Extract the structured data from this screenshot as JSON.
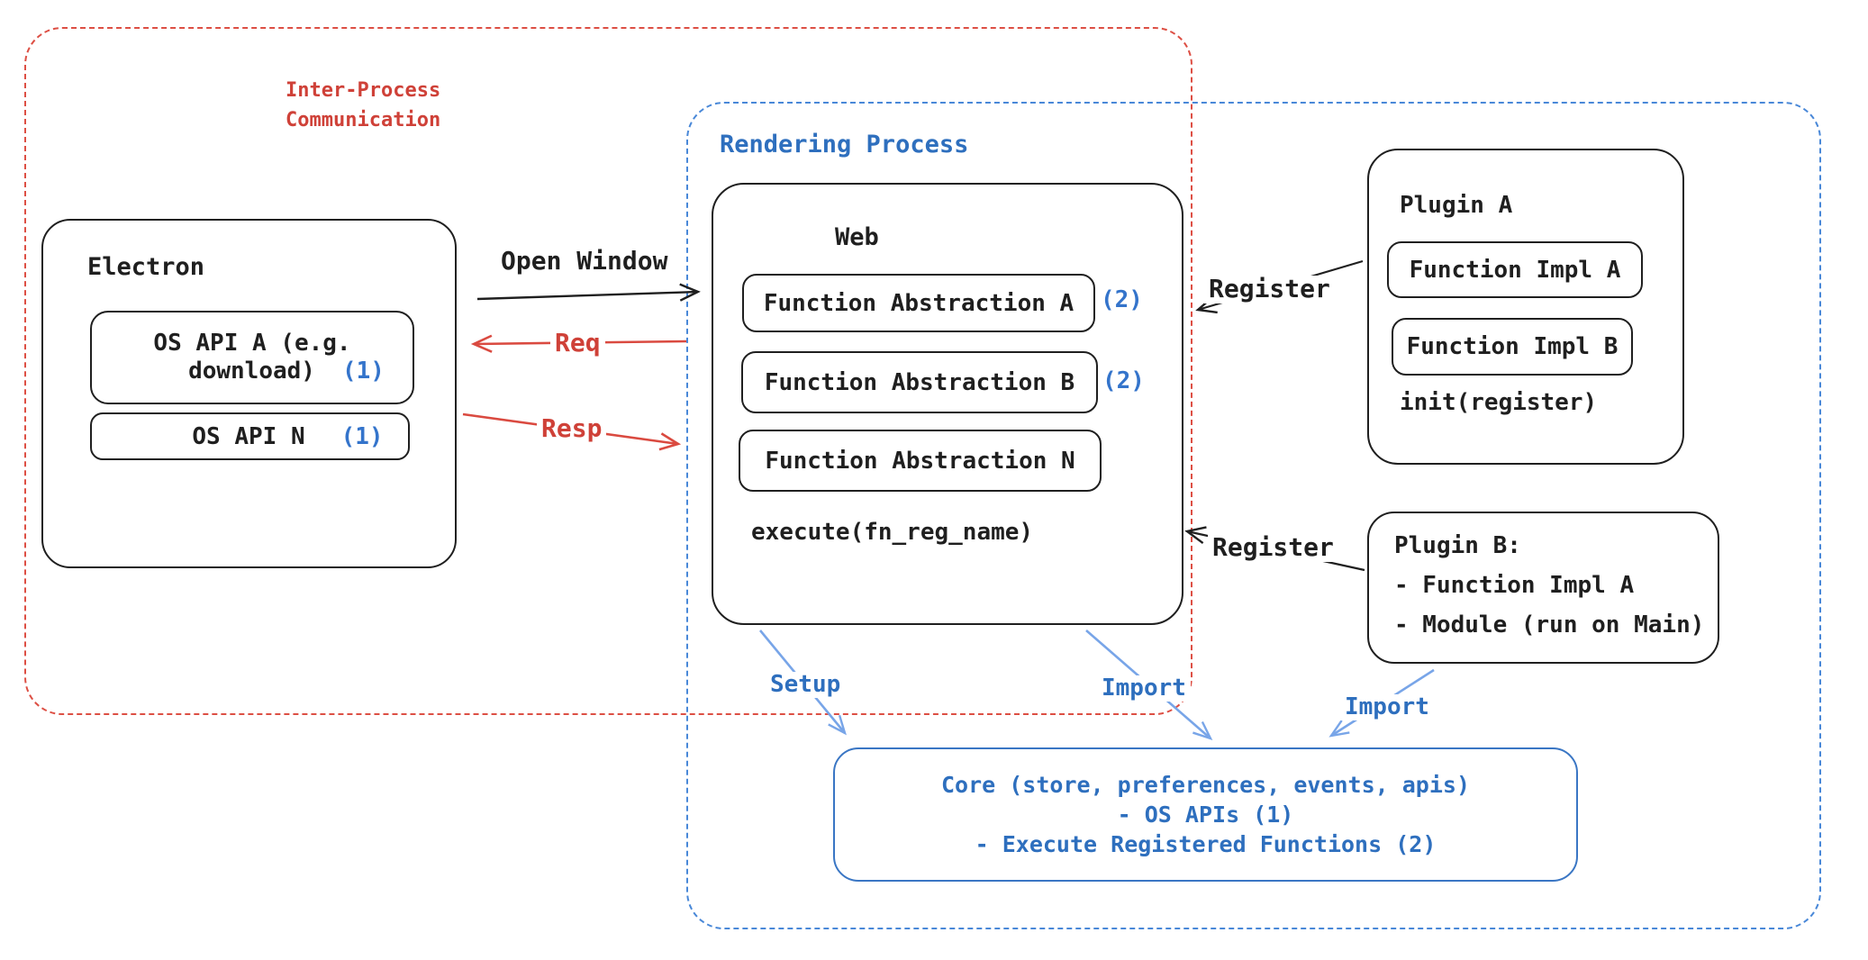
{
  "colors": {
    "red": "#cf4138",
    "blue": "#2e6fbe",
    "badge_blue": "#3474cb",
    "light_blue_arrow": "#78a5e8",
    "black": "#1f1f1f"
  },
  "ipc_region": {
    "label_line1": "Inter-Process",
    "label_line2": "Communication"
  },
  "rendering_region": {
    "label": "Rendering Process"
  },
  "electron": {
    "title": "Electron",
    "os_api_a": {
      "line1": "OS API A (e.g.",
      "line2": "download)",
      "badge": "(1)"
    },
    "os_api_n": {
      "label": "OS API N",
      "badge": "(1)"
    }
  },
  "web": {
    "title": "Web",
    "items": [
      {
        "label": "Function Abstraction A",
        "badge": "(2)"
      },
      {
        "label": "Function Abstraction B",
        "badge": "(2)"
      },
      {
        "label": "Function Abstraction N",
        "badge": ""
      }
    ],
    "footer": "execute(fn_reg_name)"
  },
  "plugin_a": {
    "title": "Plugin A",
    "impls": [
      "Function Impl A",
      "Function Impl B"
    ],
    "footer": "init(register)"
  },
  "plugin_b": {
    "lines": [
      "Plugin B:",
      "- Function Impl A",
      "- Module (run on Main)"
    ]
  },
  "core": {
    "lines": [
      "Core (store, preferences, events, apis)",
      "- OS APIs (1)",
      "- Execute Registered Functions (2)"
    ]
  },
  "arrows": {
    "open_window": "Open Window",
    "req": "Req",
    "resp": "Resp",
    "register_a": "Register",
    "register_b": "Register",
    "setup": "Setup",
    "import_web": "Import",
    "import_plugin": "Import"
  }
}
